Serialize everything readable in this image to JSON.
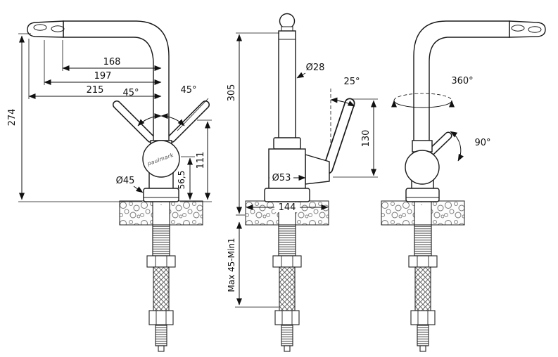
{
  "drawing": {
    "background": "#ffffff",
    "line_color": "#111111",
    "views": {
      "side_left": {
        "height_total": "274",
        "spout_reach_inner": "168",
        "spout_reach_mid": "197",
        "spout_reach_outer": "215",
        "handle_angle_left": "45°",
        "handle_angle_right": "45°",
        "base_diameter": "Ø45",
        "height_to_handle": "111",
        "height_to_body": "56,5",
        "brand": "paulmark"
      },
      "front": {
        "height_total": "305",
        "spout_diameter": "Ø28",
        "lever_angle": "25°",
        "lever_length": "130",
        "body_diameter": "Ø53",
        "base_width": "144",
        "mounting_range": "Max 45-Min1"
      },
      "side_right": {
        "swivel_angle": "360°",
        "handle_angle": "90°"
      }
    }
  }
}
